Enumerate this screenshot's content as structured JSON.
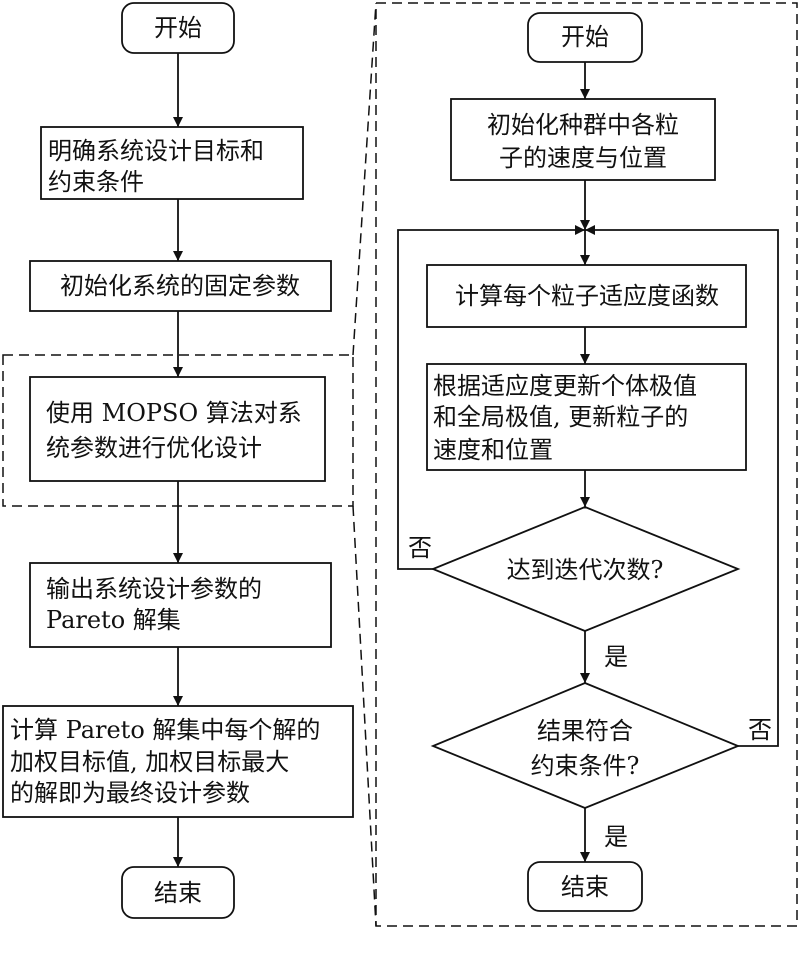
{
  "left": {
    "start": "开始",
    "step1": [
      "明确系统设计目标和",
      "约束条件"
    ],
    "step2": "初始化系统的固定参数",
    "step3": [
      "使用 MOPSO 算法对系",
      "统参数进行优化设计"
    ],
    "step4": [
      "输出系统设计参数的",
      "Pareto 解集"
    ],
    "step5": [
      "计算 Pareto 解集中每个解的",
      "加权目标值, 加权目标最大",
      "的解即为最终设计参数"
    ],
    "end": "结束"
  },
  "right": {
    "start": "开始",
    "init": [
      "初始化种群中各粒",
      "子的速度与位置"
    ],
    "fitness": "计算每个粒子适应度函数",
    "update": [
      "根据适应度更新个体极值",
      "和全局极值, 更新粒子的",
      "速度和位置"
    ],
    "iter_check": "达到迭代次数?",
    "constraint_check": [
      "结果符合",
      "约束条件?"
    ],
    "end": "结束"
  },
  "labels": {
    "no_1": "否",
    "yes_1": "是",
    "no_2": "否",
    "yes_2": "是"
  },
  "colors": {
    "stroke": "#111111",
    "background": "#ffffff"
  }
}
